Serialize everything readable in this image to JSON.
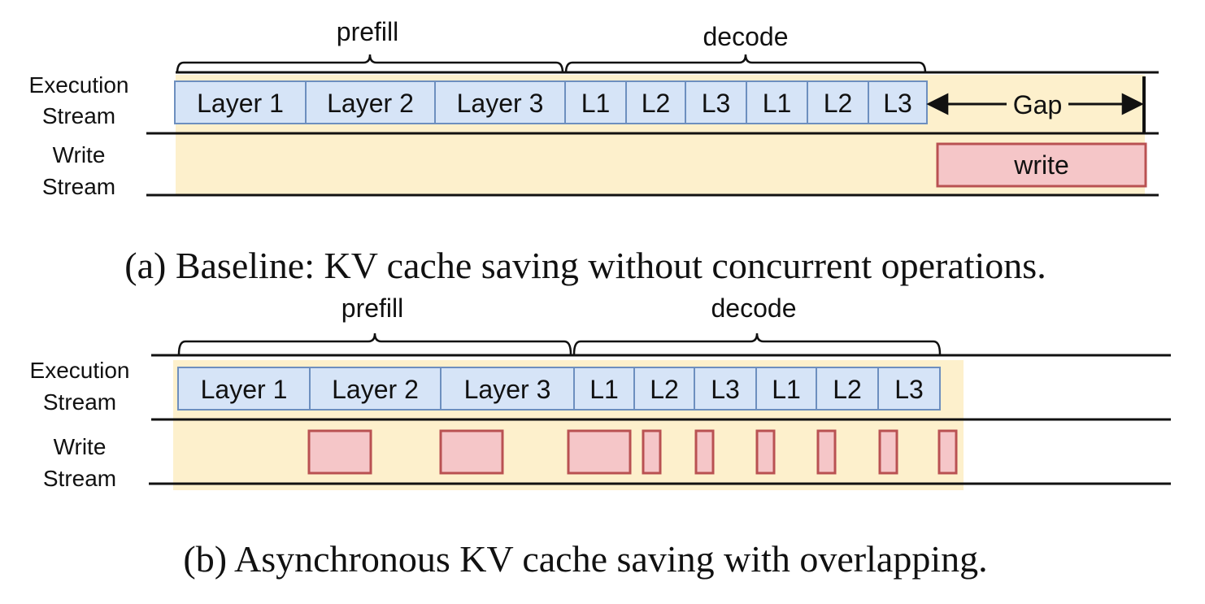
{
  "colors": {
    "stream_bg": "#fdf0cc",
    "layer_fill": "#d6e4f7",
    "layer_stroke": "#6d8fbf",
    "write_fill": "#f5c6c8",
    "write_stroke": "#b95152",
    "line": "#111111"
  },
  "panels": [
    {
      "id": "a",
      "stream_labels": {
        "execution": [
          "Execution",
          "Stream"
        ],
        "write": [
          "Write",
          "Stream"
        ]
      },
      "phases": [
        {
          "label": "prefill"
        },
        {
          "label": "decode"
        }
      ],
      "execution_blocks": [
        {
          "label": "Layer 1",
          "phase": "prefill"
        },
        {
          "label": "Layer 2",
          "phase": "prefill"
        },
        {
          "label": "Layer 3",
          "phase": "prefill"
        },
        {
          "label": "L1",
          "phase": "decode"
        },
        {
          "label": "L2",
          "phase": "decode"
        },
        {
          "label": "L3",
          "phase": "decode"
        },
        {
          "label": "L1",
          "phase": "decode"
        },
        {
          "label": "L2",
          "phase": "decode"
        },
        {
          "label": "L3",
          "phase": "decode"
        }
      ],
      "gap_label": "Gap",
      "write_blocks": [
        {
          "label": "write"
        }
      ],
      "caption": "(a) Baseline: KV cache saving without concurrent operations."
    },
    {
      "id": "b",
      "stream_labels": {
        "execution": [
          "Execution",
          "Stream"
        ],
        "write": [
          "Write",
          "Stream"
        ]
      },
      "phases": [
        {
          "label": "prefill"
        },
        {
          "label": "decode"
        }
      ],
      "execution_blocks": [
        {
          "label": "Layer 1",
          "phase": "prefill"
        },
        {
          "label": "Layer 2",
          "phase": "prefill"
        },
        {
          "label": "Layer 3",
          "phase": "prefill"
        },
        {
          "label": "L1",
          "phase": "decode"
        },
        {
          "label": "L2",
          "phase": "decode"
        },
        {
          "label": "L3",
          "phase": "decode"
        },
        {
          "label": "L1",
          "phase": "decode"
        },
        {
          "label": "L2",
          "phase": "decode"
        },
        {
          "label": "L3",
          "phase": "decode"
        }
      ],
      "write_blocks": [
        {
          "label": ""
        },
        {
          "label": ""
        },
        {
          "label": ""
        },
        {
          "label": ""
        },
        {
          "label": ""
        },
        {
          "label": ""
        },
        {
          "label": ""
        },
        {
          "label": ""
        },
        {
          "label": ""
        }
      ],
      "caption": "(b) Asynchronous KV cache saving with overlapping."
    }
  ]
}
